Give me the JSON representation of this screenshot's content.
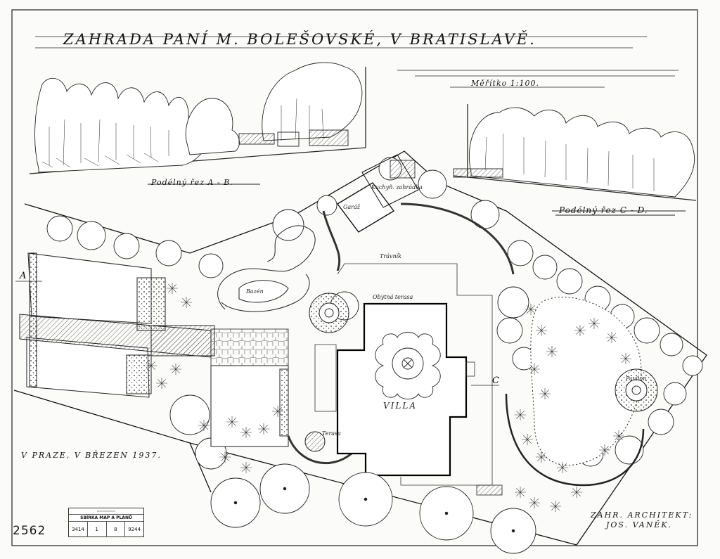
{
  "drawing": {
    "title": "ZAHRADA PANÍ M. BOLEŠOVSKÉ, V BRATISLAVĚ.",
    "subtitle_right": "Měřítko 1:100.",
    "section_left": "Podélný řez A - B.",
    "section_right": "Podélný řez C - D.",
    "date": "V PRAZE, V BŘEZEN 1937.",
    "architect_line1": "ZAHR. ARCHITEKT:",
    "architect_line2": "JOS. VANĚK.",
    "sheet_number": "2562"
  },
  "plan_labels": {
    "villa": "VILLA",
    "garage": "Garáž",
    "kitchen_garden": "Kuchyň. zahrádka",
    "pool": "Bazén",
    "pavilion": "Pavilon",
    "outdoor_room": "Obytná terasa",
    "terrace": "Terasa",
    "lawn": "Trávník",
    "marker_a": "A",
    "marker_c": "C"
  },
  "stamp": {
    "header": "SBÍRKA MAP A PLÁNŮ",
    "cells": [
      "3414",
      "1",
      "8",
      "9244"
    ]
  },
  "colors": {
    "paper": "#fbfbf9",
    "ink": "#151515"
  }
}
